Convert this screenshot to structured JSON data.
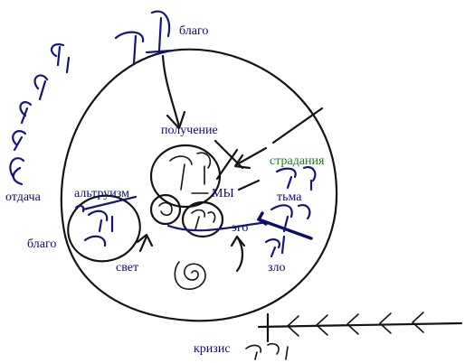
{
  "labels": {
    "blago_top": "благо",
    "poluchenie": "получение",
    "stradaniya": "страдания",
    "tma": "тьма",
    "otdacha": "отдача",
    "altruizm": "альтруизм",
    "my": "МЫ",
    "ego": "эго",
    "blago_left": "благо",
    "svet": "свет",
    "zlo": "зло",
    "krizis": "кризис"
  },
  "colors": {
    "ink": "#141418",
    "label_blue": "#0a0a7a",
    "label_green": "#1a7a1a",
    "accent_blue": "#0d0d6e"
  }
}
